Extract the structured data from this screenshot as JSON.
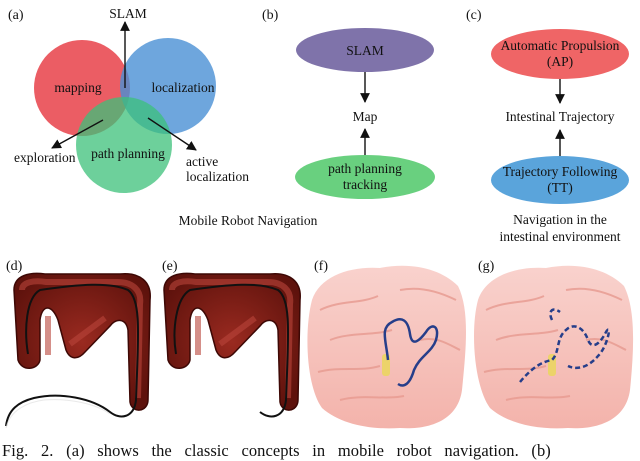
{
  "panels": {
    "a": {
      "tag": "(a)",
      "venn": {
        "circles": [
          {
            "label": "mapping",
            "color": "#e8474f"
          },
          {
            "label": "localization",
            "color": "#4a90d4"
          },
          {
            "label": "path planning",
            "color": "#3cc07a"
          }
        ],
        "annotations": [
          "SLAM",
          "exploration",
          "active",
          "localization"
        ]
      },
      "caption": "Mobile Robot Navigation"
    },
    "b": {
      "tag": "(b)",
      "top_node": "SLAM",
      "middle_node": "Map",
      "bottom_node_lines": [
        "path planning",
        "tracking"
      ],
      "colors": {
        "top": "#7f73aa",
        "bottom": "#69d07f"
      }
    },
    "c": {
      "tag": "(c)",
      "top_node_lines": [
        "Automatic Propulsion",
        "(AP)"
      ],
      "middle_node": "Intestinal Trajectory",
      "bottom_node_lines": [
        "Trajectory Following",
        "(TT)"
      ],
      "caption_lines": [
        "Navigation in the",
        "intestinal environment"
      ],
      "colors": {
        "top": "#ef6566",
        "bottom": "#5aa4db"
      }
    },
    "image_tags": [
      "(d)",
      "(e)",
      "(f)",
      "(g)"
    ]
  },
  "caption_text": "Fig. 2. (a) shows the classic concepts in mobile robot navigation. (b)"
}
